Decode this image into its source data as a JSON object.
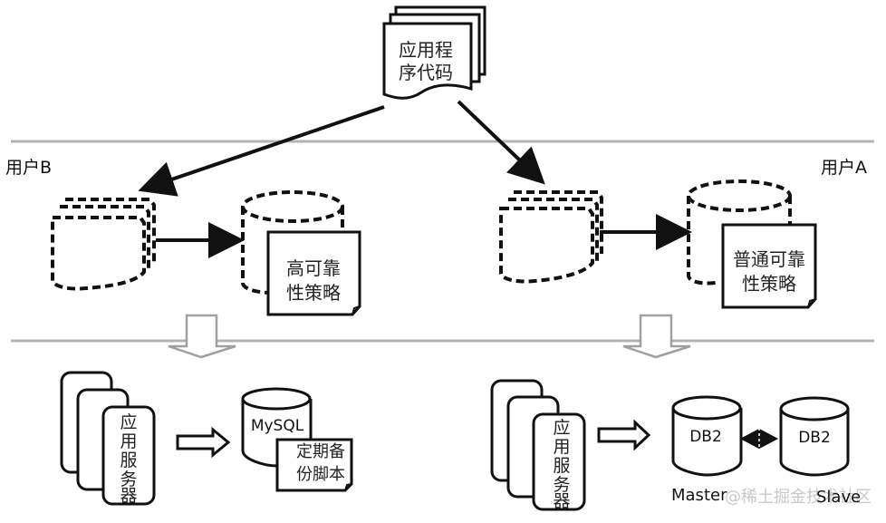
{
  "diagram": {
    "source": {
      "label_line1": "应用程",
      "label_line2": "序代码"
    },
    "user_b": {
      "label": "用户B",
      "policy_line1": "高可靠",
      "policy_line2": "性策略",
      "app_server_lines": [
        "应",
        "用",
        "服",
        "务",
        "器"
      ],
      "db_label": "MySQL",
      "script_line1": "定期备",
      "script_line2": "份脚本"
    },
    "user_a": {
      "label": "用户A",
      "policy_line1": "普通可靠",
      "policy_line2": "性策略",
      "app_server_lines": [
        "应",
        "用",
        "服",
        "务",
        "器"
      ],
      "master_db_label": "DB2",
      "slave_db_label": "DB2",
      "master_caption": "Master",
      "slave_caption": "Slave"
    },
    "watermark": "@稀土掘金技术社区",
    "colors": {
      "stroke": "#111111",
      "divider": "#b4b4b4",
      "hollow_arrow": "#a0a0a0"
    }
  }
}
